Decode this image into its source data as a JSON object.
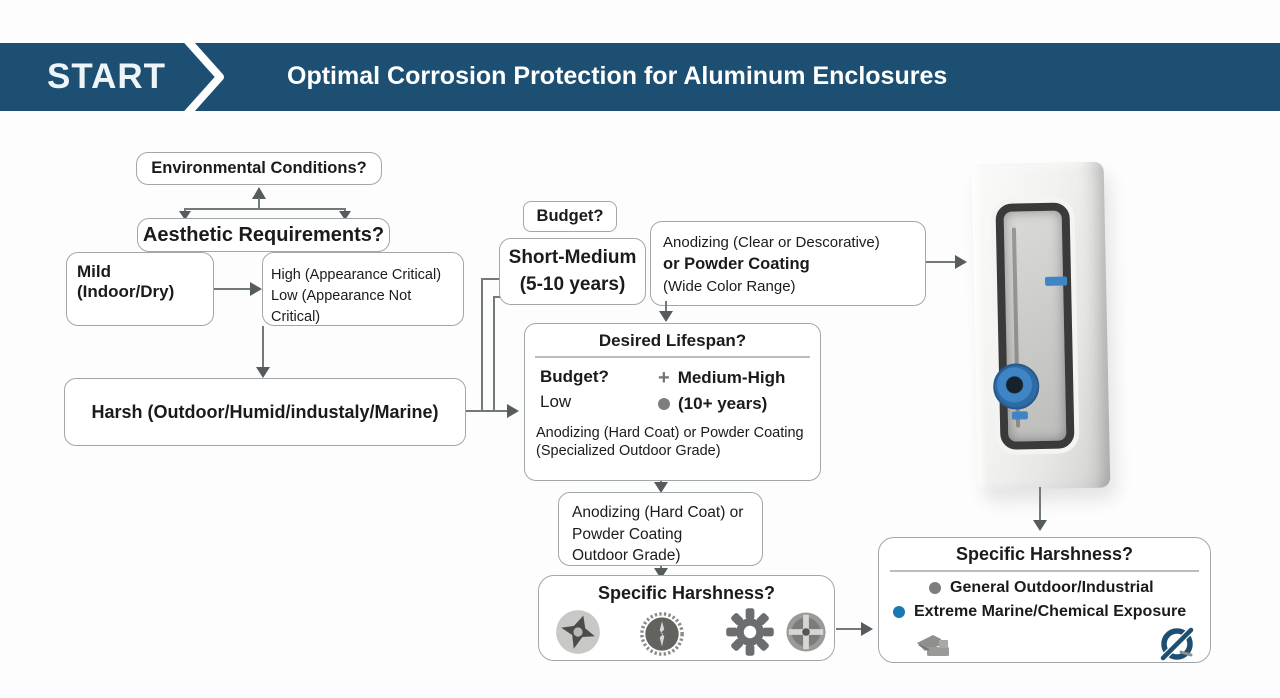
{
  "header": {
    "start_label": "START",
    "title": "Optimal Corrosion Protection for Aluminum Enclosures"
  },
  "colors": {
    "header_band": "#1d4f73",
    "accent_blue": "#1779b0",
    "bullet_gray": "#7d7d7d",
    "gland_blue": "#3f84c4",
    "connector_gray": "#73787b"
  },
  "boxes": {
    "env_conditions": "Environmental Conditions?",
    "aesthetic": "Aesthetic Requirements?",
    "mild": "Mild (Indoor/Dry)",
    "appearance": {
      "line1": "High (Appearance Critical)",
      "line2": "Low (Appearance Not Critical)"
    },
    "harsh": "Harsh (Outdoor/Humid/industaly/Marine)",
    "budget_tag": "Budget?",
    "short_medium": {
      "line1": "Short-Medium",
      "line2": "(5-10 years)"
    },
    "anodizing_clear": {
      "line1": "Anodizing (Clear or Descorative)",
      "line2": "or Powder Coating",
      "line3": "(Wide Color Range)"
    },
    "lifespan": {
      "title": "Desired Lifespan?",
      "budget_label": "Budget?",
      "budget_value": "Low",
      "plus": "+",
      "medium_high": "Medium-High",
      "years": "(10+ years)",
      "rec1": "Anodizing (Hard Coat) or Powder Coating",
      "rec2": "(Specialized Outdoor Grade)"
    },
    "anodizing_hard": {
      "line1": "Anodizing (Hard Coat) or",
      "line2": "Powder Coating",
      "line3": "Outdoor Grade)"
    },
    "harshness_bottom": {
      "title": "Specific Harshness?",
      "icons": [
        "shuriken-icon",
        "serrated-disc-icon",
        "gear-icon",
        "cross-wheel-icon"
      ]
    },
    "harshness_right": {
      "title": "Specific Harshness?",
      "options": [
        {
          "label": "General Outdoor/Industrial"
        },
        {
          "label": "Extreme Marine/Chemical Exposure"
        }
      ],
      "icons": [
        "equipment-icon",
        "prohibited-icon"
      ]
    }
  }
}
